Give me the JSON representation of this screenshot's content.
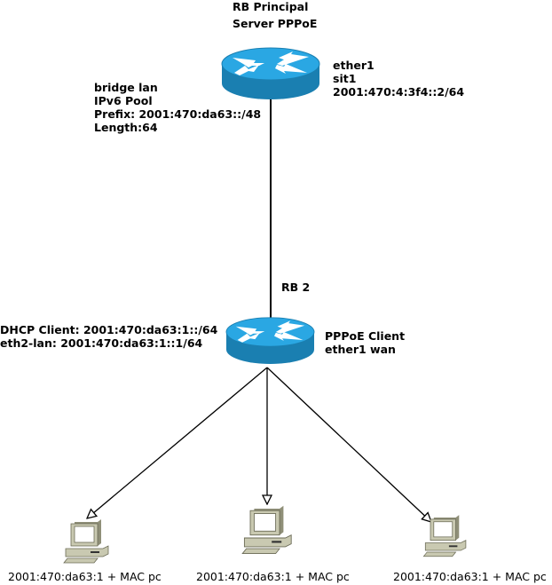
{
  "diagram": {
    "colors": {
      "router_top": "#2aa7e3",
      "router_side": "#1a7fb1",
      "router_arrows": "#ffffff",
      "pc_body": "#c9c9b1",
      "pc_shadow": "#8f8f78",
      "pc_screen": "#ffffff",
      "link": "#000000"
    },
    "main_router": {
      "title_lines": [
        "RB Principal",
        "Server PPPoE"
      ],
      "right_lines": [
        "ether1",
        "sit1",
        "2001:470:4:3f4::2/64"
      ],
      "left_lines": [
        "bridge lan",
        "IPv6 Pool",
        "Prefix: 2001:470:da63::/48",
        "Length:64"
      ]
    },
    "client_router": {
      "title": "RB 2",
      "left_lines": [
        "DHCP Client: 2001:470:da63:1::/64",
        "eth2-lan: 2001:470:da63:1::1/64"
      ],
      "right_lines": [
        "PPPoE Client",
        "ether1 wan"
      ]
    },
    "pcs": [
      {
        "label": "2001:470:da63:1 + MAC pc"
      },
      {
        "label": "2001:470:da63:1 + MAC pc"
      },
      {
        "label": "2001:470:da63:1 + MAC pc"
      }
    ],
    "links": [
      {
        "from": "main_router",
        "to": "client_router",
        "type": "line"
      },
      {
        "from": "client_router",
        "to": "pc-1",
        "type": "arrow"
      },
      {
        "from": "client_router",
        "to": "pc-2",
        "type": "arrow"
      },
      {
        "from": "client_router",
        "to": "pc-3",
        "type": "arrow"
      }
    ]
  }
}
